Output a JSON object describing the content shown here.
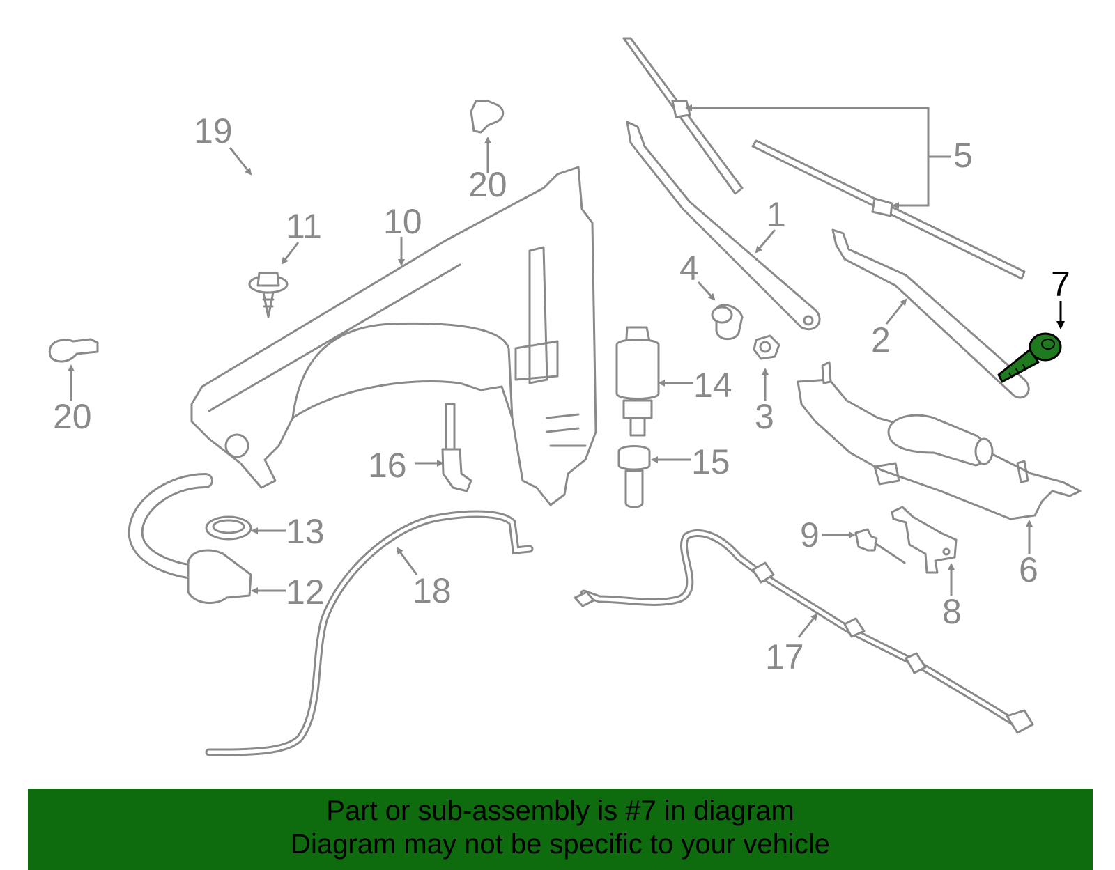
{
  "labels": {
    "l1": "1",
    "l2": "2",
    "l3": "3",
    "l4": "4",
    "l5": "5",
    "l6": "6",
    "l7": "7",
    "l8": "8",
    "l9": "9",
    "l10": "10",
    "l11": "11",
    "l12": "12",
    "l13": "13",
    "l14": "14",
    "l15": "15",
    "l16": "16",
    "l17": "17",
    "l18": "18",
    "l19": "19",
    "l20a": "20",
    "l20b": "20"
  },
  "highlight": {
    "part": "7",
    "color": "#1f7a1f"
  },
  "banner": {
    "color": "#0e6b0e",
    "line1": "Part or sub-assembly is #7 in diagram",
    "line2": "Diagram may not be specific to your vehicle"
  }
}
